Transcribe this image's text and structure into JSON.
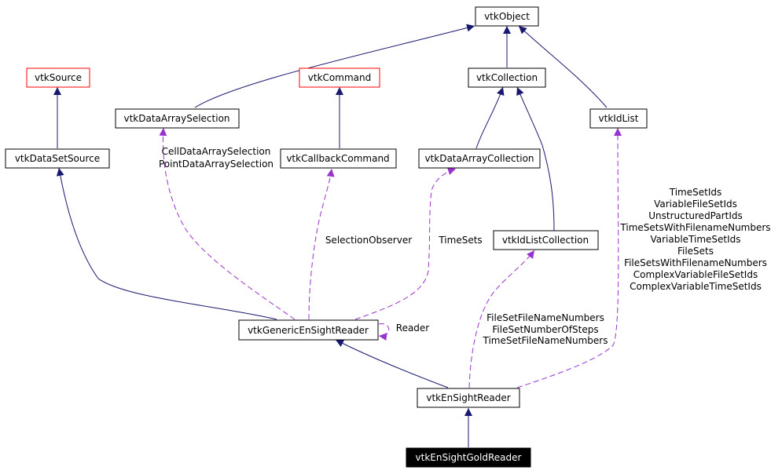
{
  "colors": {
    "inheritance_edge": "#191970",
    "usage_edge": "#9a32cd",
    "undocumented_border": "#ff0000",
    "focus_fill": "#000000"
  },
  "nodes": {
    "vtkObject": "vtkObject",
    "vtkSource": "vtkSource",
    "vtkCommand": "vtkCommand",
    "vtkCollection": "vtkCollection",
    "vtkDataArraySelection": "vtkDataArraySelection",
    "vtkIdList": "vtkIdList",
    "vtkDataSetSource": "vtkDataSetSource",
    "vtkCallbackCommand": "vtkCallbackCommand",
    "vtkDataArrayCollection": "vtkDataArrayCollection",
    "vtkIdListCollection": "vtkIdListCollection",
    "vtkGenericEnSightReader": "vtkGenericEnSightReader",
    "vtkEnSightReader": "vtkEnSightReader",
    "vtkEnSightGoldReader": "vtkEnSightGoldReader"
  },
  "edge_labels": {
    "selection_1": "CellDataArraySelection",
    "selection_2": "PointDataArraySelection",
    "observer": "SelectionObserver",
    "timesets": "TimeSets",
    "reader": "Reader",
    "idlistcoll_1": "FileSetFileNameNumbers",
    "idlistcoll_2": "FileSetNumberOfSteps",
    "idlistcoll_3": "TimeSetFileNameNumbers",
    "idlist_1": "TimeSetIds",
    "idlist_2": "VariableFileSetIds",
    "idlist_3": "UnstructuredPartIds",
    "idlist_4": "TimeSetsWithFilenameNumbers",
    "idlist_5": "VariableTimeSetIds",
    "idlist_6": "FileSets",
    "idlist_7": "FileSetsWithFilenameNumbers",
    "idlist_8": "ComplexVariableFileSetIds",
    "idlist_9": "ComplexVariableTimeSetIds"
  }
}
